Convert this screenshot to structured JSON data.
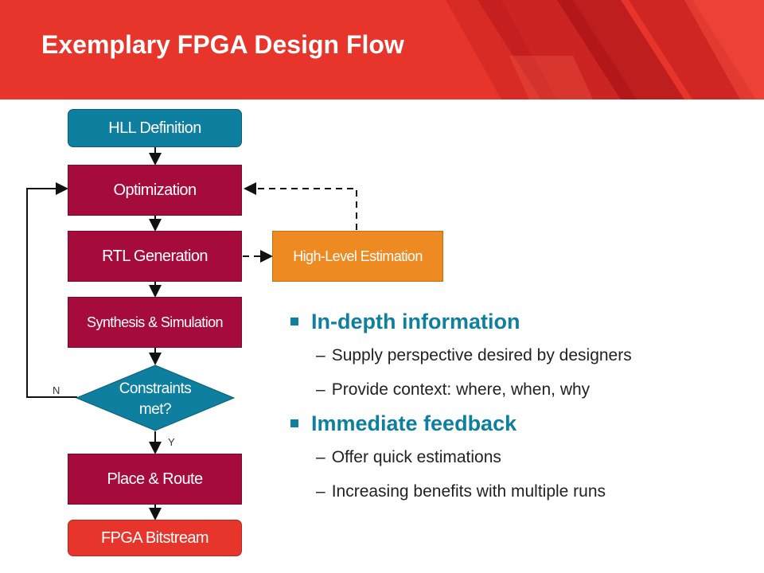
{
  "slide": {
    "title": "Exemplary FPGA Design Flow"
  },
  "flowchart": {
    "nodes": {
      "hll": "HLL Definition",
      "optimization": "Optimization",
      "rtl": "RTL Generation",
      "synthesis": "Synthesis & Simulation",
      "decision_line1": "Constraints",
      "decision_line2": "met?",
      "place_route": "Place & Route",
      "bitstream": "FPGA Bitstream",
      "estimation": "High-Level Estimation"
    },
    "labels": {
      "no": "N",
      "yes": "Y"
    }
  },
  "bullets": [
    {
      "heading": "In-depth information",
      "items": [
        "Supply perspective desired by designers",
        "Provide context: where, when, why"
      ]
    },
    {
      "heading": "Immediate feedback",
      "items": [
        "Offer quick estimations",
        "Increasing benefits with multiple runs"
      ]
    }
  ],
  "colors": {
    "header_red": "#e8352b",
    "teal": "#0e7f9e",
    "crimson": "#a50c3c",
    "orange": "#ed8a22"
  }
}
